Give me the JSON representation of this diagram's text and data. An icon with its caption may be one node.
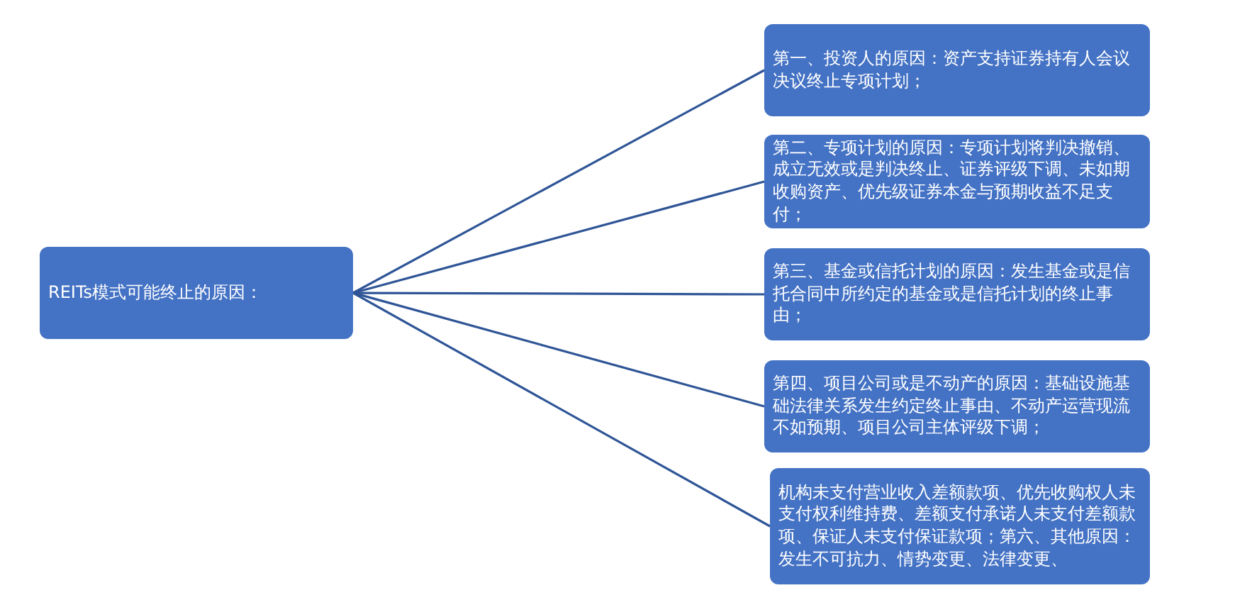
{
  "diagram": {
    "nodes": [
      {
        "text": [
          "REITs模式可能终止的原因："
        ]
      },
      {
        "text": [
          "第一、投资人的原因：资产支持证券持有人会议决议终止专项计划；"
        ]
      },
      {
        "text": [
          "第二、专项计划的原因：专项计划将判决撤销、成立无效或是判决终止、证券评级下调、未如期收购资产、优先级证券本金与预期收益不足支付；"
        ]
      },
      {
        "text": [
          "第三、基金或信托计划的原因：发生基金或是信托合同中所约定的基金或是信托计划的终止事由；"
        ]
      },
      {
        "text": [
          "第四、项目公司或是不动产的原因：基础设施基础法律关系发生约定终止事由、不动产运营现流不如预期、项目公司主体评级下调；"
        ]
      },
      {
        "text": [
          "机构未支付营业收入差额款项、优先收购权人未支付权利维持费、差额支付承诺人未支付差额款项、保证人未支付保证款项；第六、其他原因：发生不可抗力、情势变更、法律变更、"
        ]
      }
    ],
    "edges": [
      {
        "from": 0,
        "to": 1,
        "arrow": "none"
      },
      {
        "from": 0,
        "to": 2,
        "arrow": "none"
      },
      {
        "from": 0,
        "to": 3,
        "arrow": "none"
      },
      {
        "from": 0,
        "to": 4,
        "arrow": "none"
      },
      {
        "from": 0,
        "to": 5,
        "arrow": "none"
      }
    ]
  }
}
